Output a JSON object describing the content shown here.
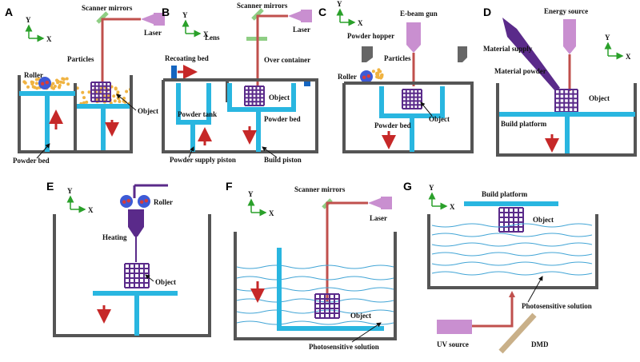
{
  "colors": {
    "wall": "#555555",
    "platform": "#29b6e0",
    "object": "#5a2a8a",
    "arrow": "#c62828",
    "beam": "#c0504d",
    "laser": "#c98fd0",
    "mirror": "#8fce84",
    "particle": "#f0b341",
    "roller": "#3d5ad6",
    "roller_dot": "#d63b3b",
    "axis": "#2aa02a",
    "liquid": "#42a5d6",
    "dmd": "#c9b089",
    "recoat": "#1565c0"
  },
  "panels": [
    {
      "id": "A",
      "letter": "A",
      "labels": {
        "axis_y": "Y",
        "axis_x": "X",
        "scanner": "Scanner mirrors",
        "laser": "Laser",
        "particles": "Particles",
        "roller": "Roller",
        "object": "Object",
        "powder_bed": "Powder bed"
      }
    },
    {
      "id": "B",
      "letter": "B",
      "labels": {
        "axis_y": "Y",
        "axis_x": "X",
        "scanner": "Scanner mirrors",
        "laser": "Laser",
        "lens": "Lens",
        "recoating": "Recoating bed",
        "over_container": "Over container",
        "object": "Object",
        "powder_tank": "Powder tank",
        "powder_bed": "Powder bed",
        "supply_piston": "Powder supply piston",
        "build_piston": "Build piston"
      }
    },
    {
      "id": "C",
      "letter": "C",
      "labels": {
        "axis_y": "Y",
        "axis_x": "X",
        "ebeam": "E-beam gun",
        "hopper": "Powder hopper",
        "particles": "Particles",
        "roller": "Roller",
        "object": "Object",
        "powder_bed": "Powder bed"
      }
    },
    {
      "id": "D",
      "letter": "D",
      "labels": {
        "axis_y": "Y",
        "axis_x": "X",
        "energy": "Energy source",
        "supply": "Material supply",
        "powder": "Material powder",
        "object": "Object",
        "platform": "Build platform"
      }
    },
    {
      "id": "E",
      "letter": "E",
      "labels": {
        "axis_y": "Y",
        "axis_x": "X",
        "roller": "Roller",
        "heating": "Heating",
        "object": "Object"
      }
    },
    {
      "id": "F",
      "letter": "F",
      "labels": {
        "axis_y": "Y",
        "axis_x": "X",
        "scanner": "Scanner mirrors",
        "laser": "Laser",
        "object": "Object",
        "solution": "Photosensitive solution"
      }
    },
    {
      "id": "G",
      "letter": "G",
      "labels": {
        "axis_y": "Y",
        "axis_x": "X",
        "platform": "Build platform",
        "object": "Object",
        "solution": "Photosensitive solution",
        "uv": "UV source",
        "dmd": "DMD"
      }
    }
  ]
}
